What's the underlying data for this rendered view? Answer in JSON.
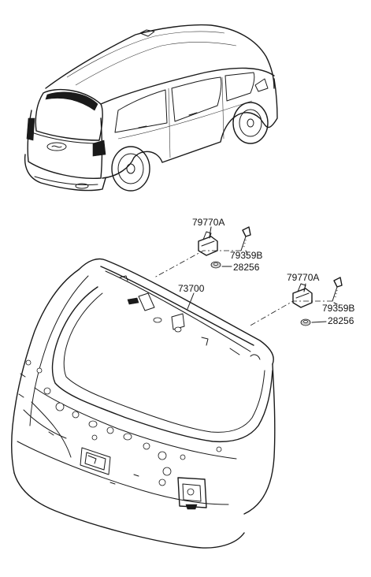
{
  "diagram": {
    "labels": {
      "hinge_left": "79770A",
      "bolt_left": "79359B",
      "nut_left": "28256",
      "tailgate": "73700",
      "hinge_right": "79770A",
      "bolt_right": "79359B",
      "nut_right": "28256"
    }
  }
}
